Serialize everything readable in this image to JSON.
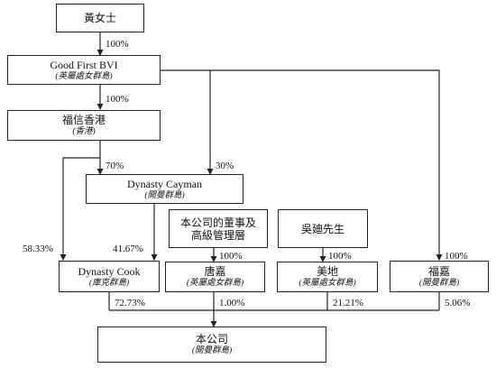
{
  "entities": {
    "ms_huang": {
      "name": "黃女士"
    },
    "good_first_bvi": {
      "name": "Good First BVI",
      "jurisdiction": "(英屬處女群島)"
    },
    "fuxin_hk": {
      "name": "福信香港",
      "jurisdiction": "(香港)"
    },
    "dynasty_cayman": {
      "name": "Dynasty Cayman",
      "jurisdiction": "(開曼群島)"
    },
    "directors_mgmt": {
      "line1": "本公司的董事及",
      "line2": "高級管理層"
    },
    "mr_wu": {
      "name": "吳廸先生"
    },
    "dynasty_cook": {
      "name": "Dynasty Cook",
      "jurisdiction": "(庫克群島)"
    },
    "tangjia": {
      "name": "唐嘉",
      "jurisdiction": "(英屬處女群島)"
    },
    "meidi": {
      "name": "美地",
      "jurisdiction": "(英屬處女群島)"
    },
    "fujia": {
      "name": "福嘉",
      "jurisdiction": "(開曼群島)"
    },
    "company": {
      "name": "本公司",
      "jurisdiction": "(開曼群島)"
    }
  },
  "percentages": {
    "huang_to_bvi": "100%",
    "bvi_to_fuxin": "100%",
    "fuxin_to_cayman": "70%",
    "bvi_to_cayman": "30%",
    "fuxin_to_cook": "58.33%",
    "cayman_to_cook": "41.67%",
    "directors_to_tangjia": "100%",
    "wu_to_meidi": "100%",
    "bvi_to_fujia": "100%",
    "cook_to_company": "72.73%",
    "tangjia_to_company": "1.00%",
    "meidi_to_company": "21.21%",
    "fujia_to_company": "5.06%"
  }
}
